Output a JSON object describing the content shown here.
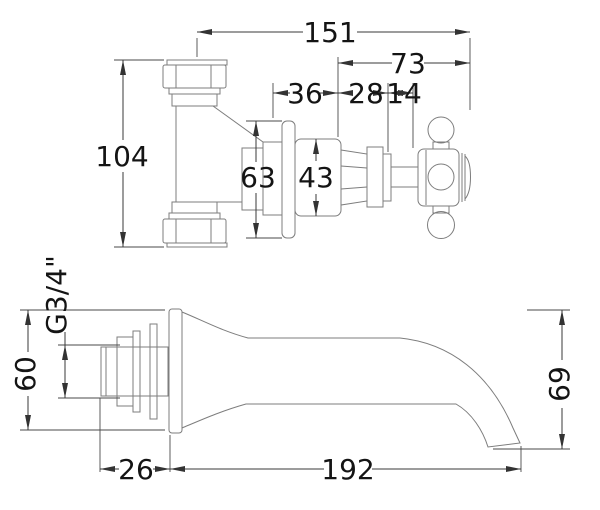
{
  "page": {
    "background": "#ffffff"
  },
  "drawing": {
    "outline_color": "#7d7d7d",
    "dimension_color": "#3a3a3a",
    "text_color": "#141414",
    "views": {
      "valve": {
        "label": "valve-with-cross-handle-top-view",
        "dims": {
          "d151": "151",
          "d73": "73",
          "d36": "36",
          "d28": "28",
          "d14": "14",
          "d104": "104",
          "d63": "63",
          "d43": "43"
        }
      },
      "spout": {
        "label": "wall-spout-side-view",
        "dims": {
          "g34": "G3/4\"",
          "d60": "60",
          "d26": "26",
          "d192": "192",
          "d69": "69"
        }
      }
    }
  }
}
